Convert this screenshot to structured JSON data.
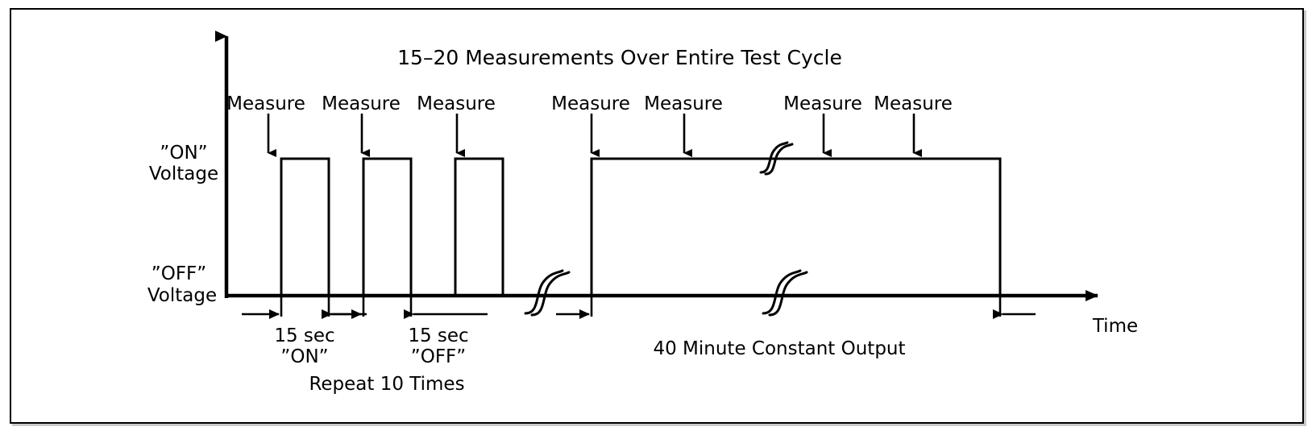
{
  "figure": {
    "title": "15–20 Measurements Over Entire Test Cycle",
    "background_color": "#ffffff",
    "line_color": "#000000",
    "border_color": "#000000"
  },
  "axes": {
    "y_label_on": "”ON”",
    "y_label_on_sub": "Voltage",
    "y_label_off": "”OFF”",
    "y_label_off_sub": "Voltage",
    "x_label": "Time"
  },
  "measure_labels": [
    {
      "text": "Measure"
    },
    {
      "text": "Measure"
    },
    {
      "text": "Measure"
    },
    {
      "text": "Measure"
    },
    {
      "text": "Measure"
    },
    {
      "text": "Measure"
    },
    {
      "text": "Measure"
    }
  ],
  "dimensions": {
    "on_duration": "15 sec",
    "on_duration_sub": "”ON”",
    "off_duration": "15 sec",
    "off_duration_sub": "”OFF”",
    "repeat_note": "Repeat 10 Times",
    "constant_output": "40 Minute Constant Output"
  },
  "chart_data": {
    "type": "line",
    "title": "15–20 Measurements Over Entire Test Cycle",
    "xlabel": "Time",
    "ylabel": "Voltage",
    "levels": {
      "off": 0,
      "on": 1
    },
    "ytick_labels": [
      "”OFF” Voltage",
      "”ON” Voltage"
    ],
    "grid": false,
    "legend": false,
    "description": "Square-wave drive profile: ten 15 sec ON / 15 sec OFF cycles followed by a 40 minute constant ON output, with 15-20 measurements taken over the entire test cycle.",
    "pulses": [
      {
        "label": "cycle 1",
        "on_sec": 15,
        "off_sec": 15,
        "level": 1
      },
      {
        "label": "cycle 2",
        "on_sec": 15,
        "off_sec": 15,
        "level": 1
      },
      {
        "label": "cycle 3",
        "on_sec": 15,
        "off_sec": 15,
        "level": 1
      },
      {
        "label": "constant output",
        "on_sec": 2400,
        "off_sec": 0,
        "level": 1
      }
    ],
    "measurement_count_range": [
      15,
      20
    ],
    "repeat_cycles": 10,
    "breaks": 3,
    "measurement_markers": 7
  }
}
